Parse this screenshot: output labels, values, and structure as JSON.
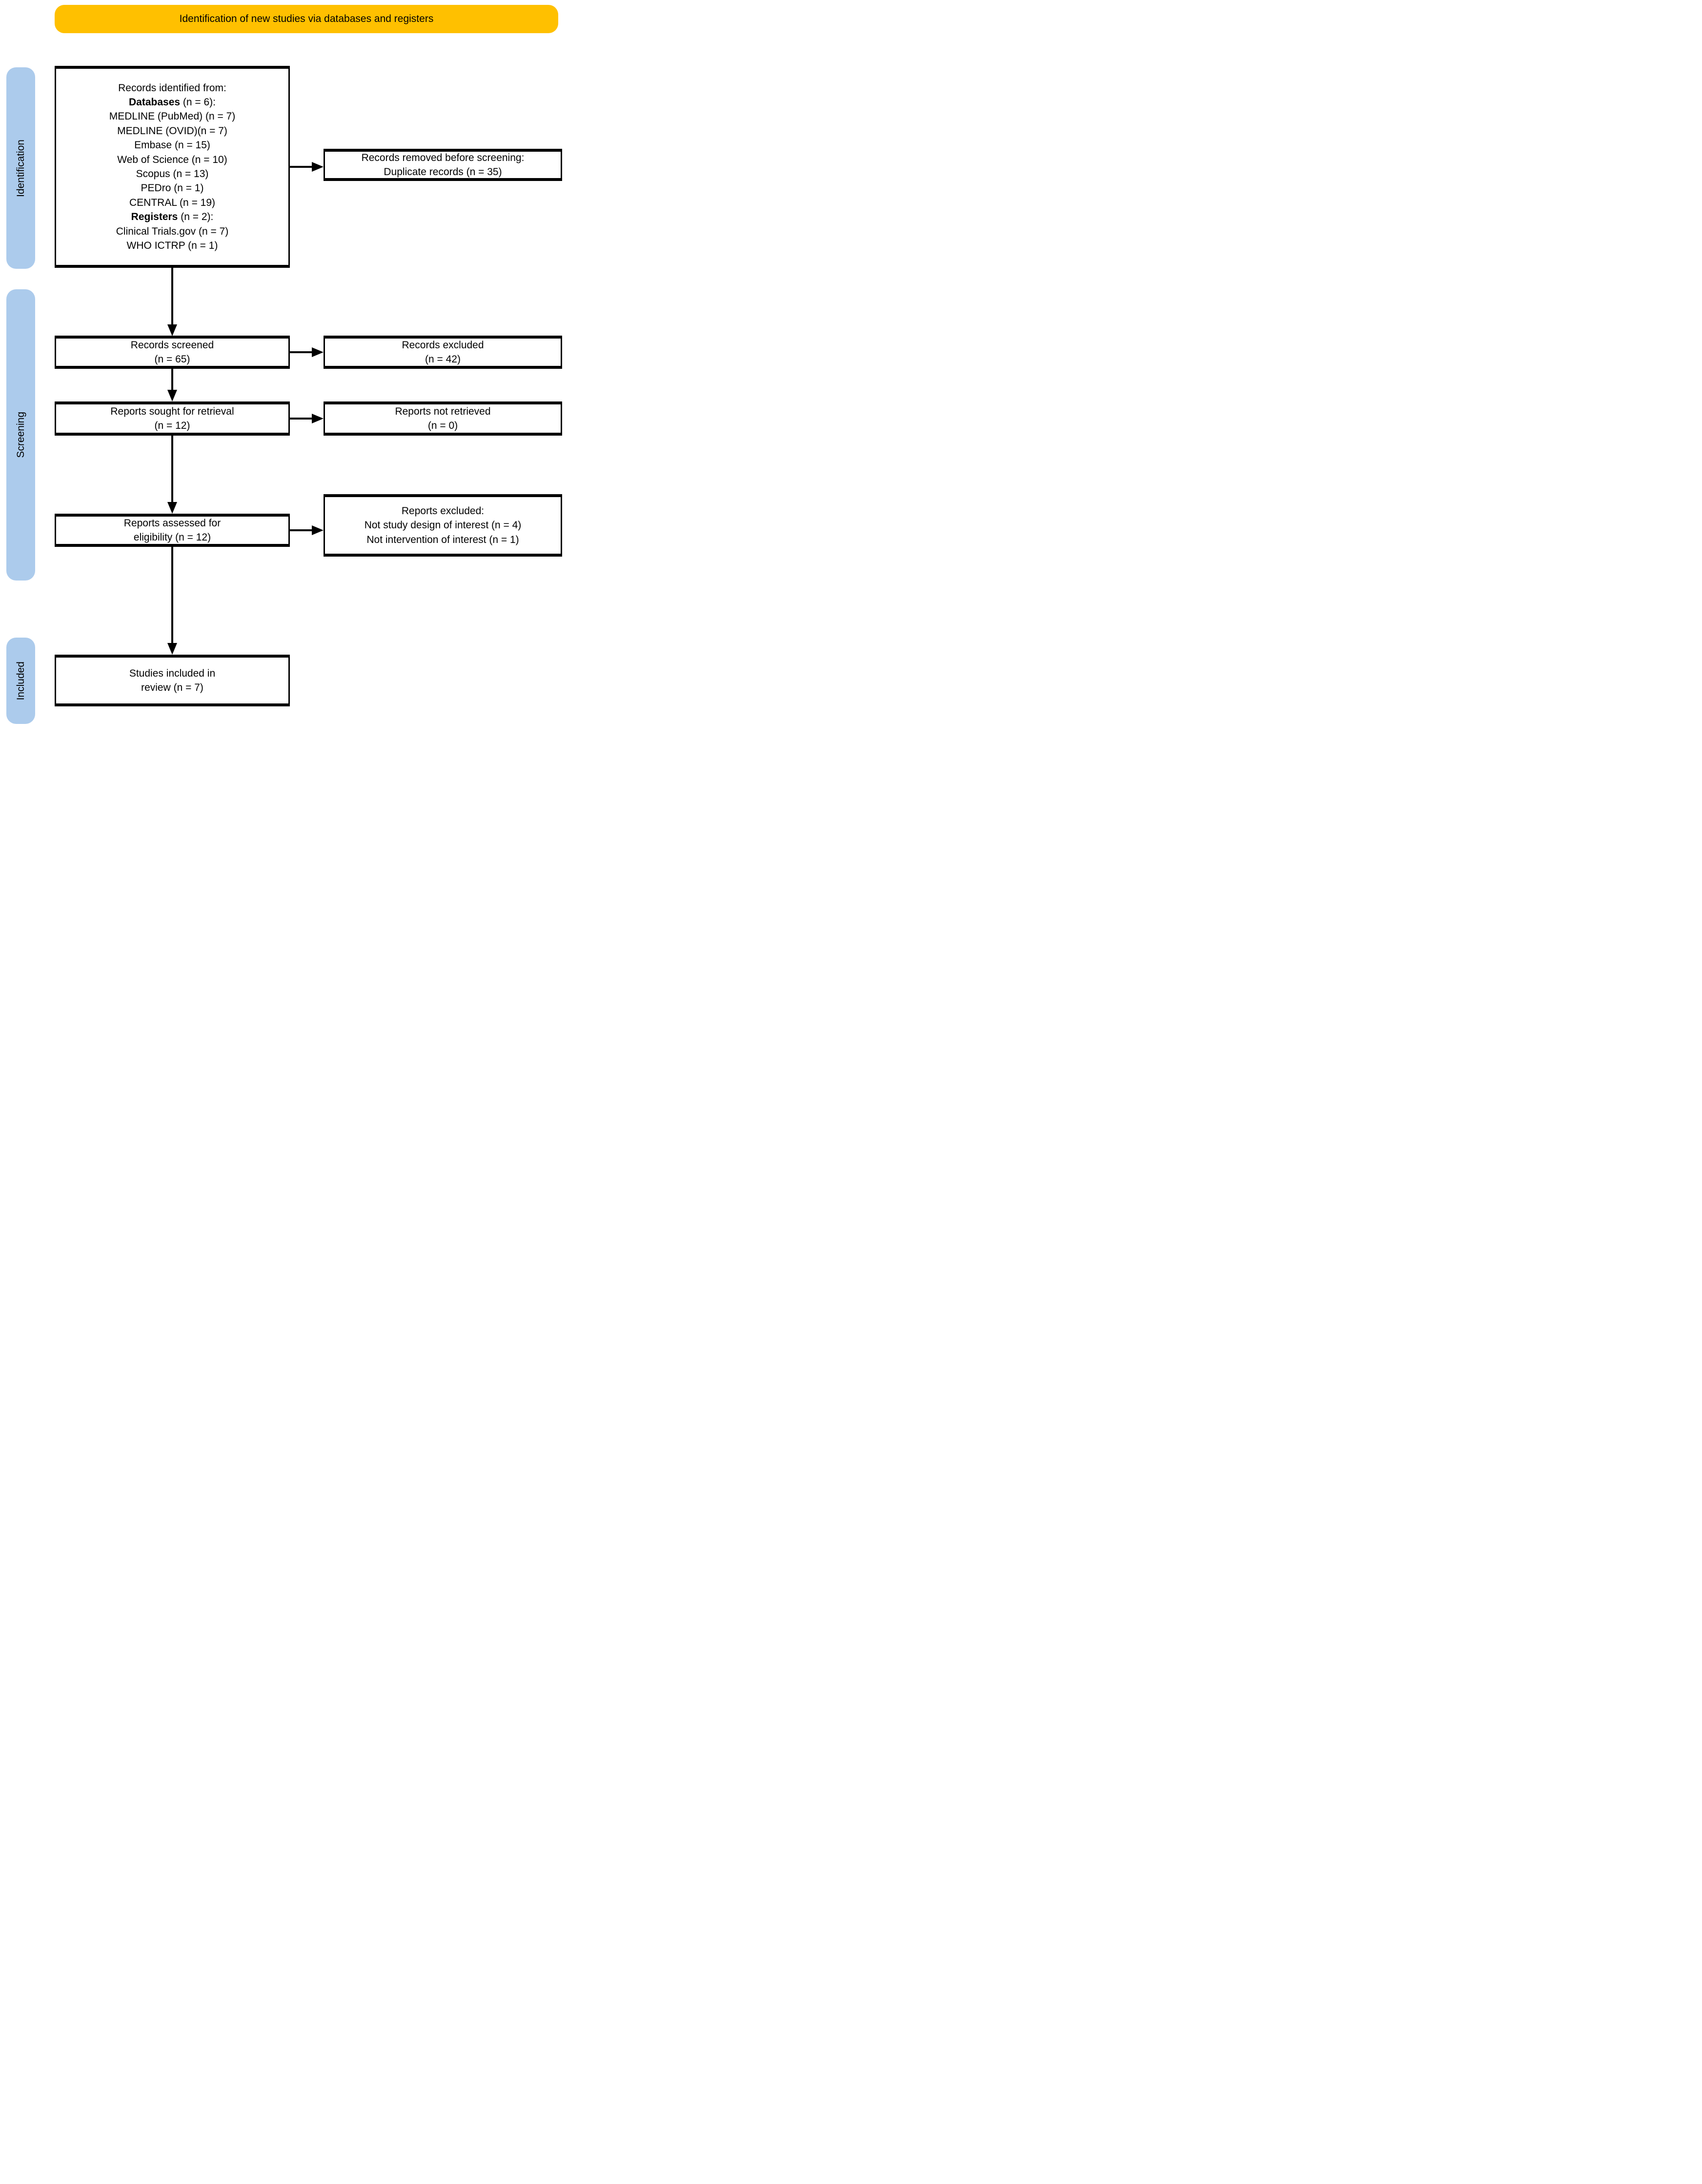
{
  "banner": {
    "title": "Identification of new studies via databases and registers"
  },
  "sidebar": {
    "identification": "Identification",
    "screening": "Screening",
    "included": "Included"
  },
  "colors": {
    "banner_bg": "#FFC000",
    "sidebar_bg": "#ACCBEC",
    "box_border": "#000000"
  },
  "boxes": {
    "records_identified": {
      "intro": "Records identified from:",
      "databases_bold": "Databases",
      "databases_rest": " (n = 6):",
      "database_items": [
        "MEDLINE (PubMed) (n = 7)",
        "MEDLINE (OVID)(n = 7)",
        "Embase (n = 15)",
        "Web of Science (n = 10)",
        "Scopus (n = 13)",
        "PEDro (n = 1)",
        "CENTRAL (n = 19)"
      ],
      "registers_bold": "Registers",
      "registers_rest": " (n = 2):",
      "register_items": [
        "Clinical Trials.gov (n = 7)",
        "WHO ICTRP (n = 1)"
      ]
    },
    "records_removed": {
      "line1": "Records removed before screening:",
      "line2": "Duplicate records (n = 35)"
    },
    "records_screened": {
      "line1": "Records screened",
      "line2": "(n = 65)"
    },
    "records_excluded": {
      "line1": "Records excluded",
      "line2": "(n = 42)"
    },
    "reports_sought": {
      "line1": "Reports sought for retrieval",
      "line2": "(n = 12)"
    },
    "reports_not_retrieved": {
      "line1": "Reports not retrieved",
      "line2": "(n = 0)"
    },
    "reports_assessed": {
      "line1": "Reports assessed for",
      "line2": "eligibility (n = 12)"
    },
    "reports_excluded": {
      "line1": "Reports excluded:",
      "line2": "Not study design of interest (n = 4)",
      "line3": "Not intervention of interest (n = 1)"
    },
    "studies_included": {
      "line1": "Studies included in",
      "line2": "review (n = 7)"
    }
  }
}
